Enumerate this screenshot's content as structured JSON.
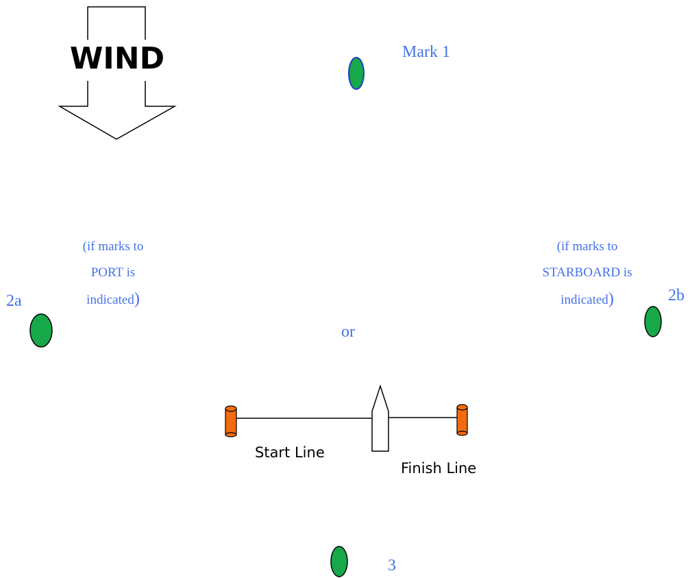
{
  "wind": {
    "label": "WIND"
  },
  "marks": {
    "mark1": "Mark 1",
    "mark2a": "2a",
    "mark2b": "2b",
    "mark3": "3"
  },
  "notes": {
    "port": {
      "line1": "(if marks to",
      "line2": "PORT is",
      "line3": "indicated",
      "close": ")"
    },
    "starboard": {
      "line1": "(if marks to",
      "line2": "STARBOARD is",
      "line3": "indicated",
      "close": ")"
    },
    "or": "or"
  },
  "lines": {
    "start": "Start Line",
    "finish": "Finish Line"
  },
  "colors": {
    "mark_fill": "#17a84a",
    "mark1_stroke": "#1f3fbf",
    "buoy_fill": "#f26b0f",
    "label_text": "#4472e6"
  }
}
